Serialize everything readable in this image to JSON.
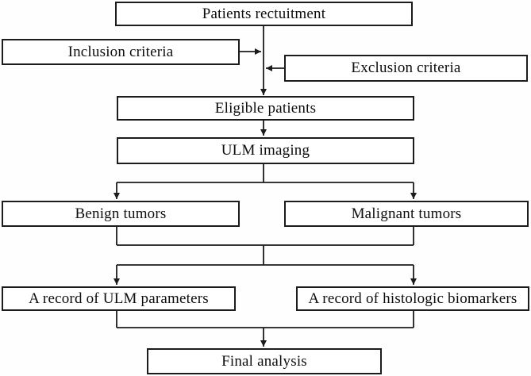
{
  "flowchart": {
    "type": "patient-study-flow-diagram",
    "nodes": {
      "patients_recruitment": {
        "label": "Patients rectuitment"
      },
      "inclusion_criteria": {
        "label": "Inclusion criteria"
      },
      "exclusion_criteria": {
        "label": "Exclusion criteria"
      },
      "eligible_patients": {
        "label": "Eligible patients"
      },
      "ulm_imaging": {
        "label": "ULM imaging"
      },
      "benign_tumors": {
        "label": "Benign tumors"
      },
      "malignant_tumors": {
        "label": "Malignant tumors"
      },
      "record_ulm_parameters": {
        "label": "A record of ULM parameters"
      },
      "record_histologic_biomarkers": {
        "label": "A record of histologic biomarkers"
      },
      "final_analysis": {
        "label": "Final analysis"
      }
    },
    "colors": {
      "box_border": "#1c1c1c",
      "box_fill": "#ffffff",
      "connector": "#1c1c1c",
      "background": "#ffffff",
      "text": "#0d0d0d"
    }
  }
}
